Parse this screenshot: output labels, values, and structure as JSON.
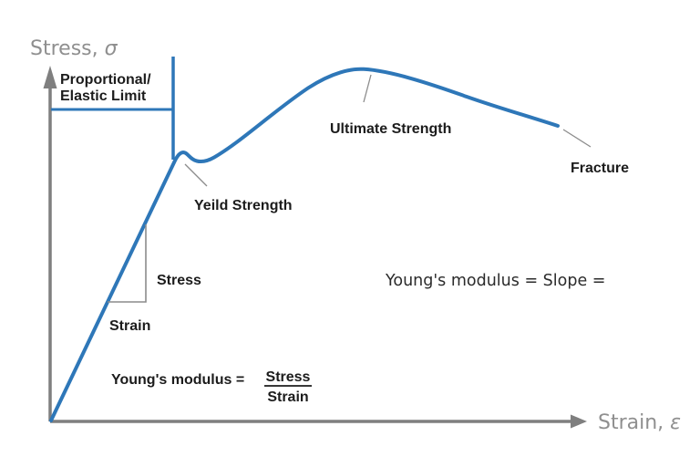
{
  "colors": {
    "curve": "#2E77B8",
    "axis": "#7F7F7F",
    "axis_label": "#8F8F8F",
    "pointer": "#8C8C8C",
    "text": "#1C1C1C",
    "background": "#FFFFFF"
  },
  "axes": {
    "y_label": "Stress,",
    "y_symbol": "σ",
    "x_label": "Strain,",
    "x_symbol": "ε"
  },
  "annotations": {
    "proportional_limit_line1": "Proportional/",
    "proportional_limit_line2": "Elastic Limit",
    "yield_strength": "Yeild Strength",
    "ultimate_strength": "Ultimate Strength",
    "fracture": "Fracture",
    "slope_stress": "Stress",
    "slope_strain": "Strain"
  },
  "formulas": {
    "left_label": "Young's modulus =",
    "left_numerator": "Stress",
    "left_denominator": "Strain",
    "right_text": "Young's modulus = Slope ="
  }
}
